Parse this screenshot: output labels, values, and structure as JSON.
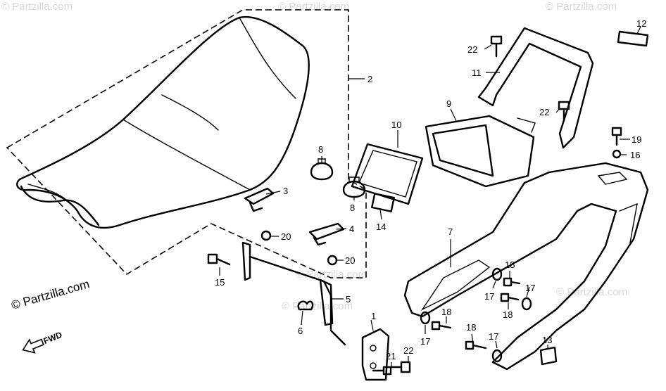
{
  "watermark": {
    "text": "© Partzilla.com",
    "faint_text": "© Partzilla.com"
  },
  "direction": {
    "label": "FWD"
  },
  "callouts": [
    {
      "id": "c1",
      "label": "1"
    },
    {
      "id": "c2",
      "label": "2"
    },
    {
      "id": "c3",
      "label": "3"
    },
    {
      "id": "c4",
      "label": "4"
    },
    {
      "id": "c5",
      "label": "5"
    },
    {
      "id": "c6",
      "label": "6"
    },
    {
      "id": "c7",
      "label": "7"
    },
    {
      "id": "c8a",
      "label": "8"
    },
    {
      "id": "c8b",
      "label": "8"
    },
    {
      "id": "c9",
      "label": "9"
    },
    {
      "id": "c10",
      "label": "10"
    },
    {
      "id": "c11",
      "label": "11"
    },
    {
      "id": "c12",
      "label": "12"
    },
    {
      "id": "c13",
      "label": "13"
    },
    {
      "id": "c14",
      "label": "14"
    },
    {
      "id": "c15",
      "label": "15"
    },
    {
      "id": "c16",
      "label": "16"
    },
    {
      "id": "c17a",
      "label": "17"
    },
    {
      "id": "c17b",
      "label": "17"
    },
    {
      "id": "c17c",
      "label": "17"
    },
    {
      "id": "c17d",
      "label": "17"
    },
    {
      "id": "c18a",
      "label": "18"
    },
    {
      "id": "c18b",
      "label": "18"
    },
    {
      "id": "c18c",
      "label": "18"
    },
    {
      "id": "c18d",
      "label": "18"
    },
    {
      "id": "c19",
      "label": "19"
    },
    {
      "id": "c20a",
      "label": "20"
    },
    {
      "id": "c20b",
      "label": "20"
    },
    {
      "id": "c21",
      "label": "21"
    },
    {
      "id": "c22a",
      "label": "22"
    },
    {
      "id": "c22b",
      "label": "22"
    },
    {
      "id": "c22c",
      "label": "22"
    }
  ]
}
